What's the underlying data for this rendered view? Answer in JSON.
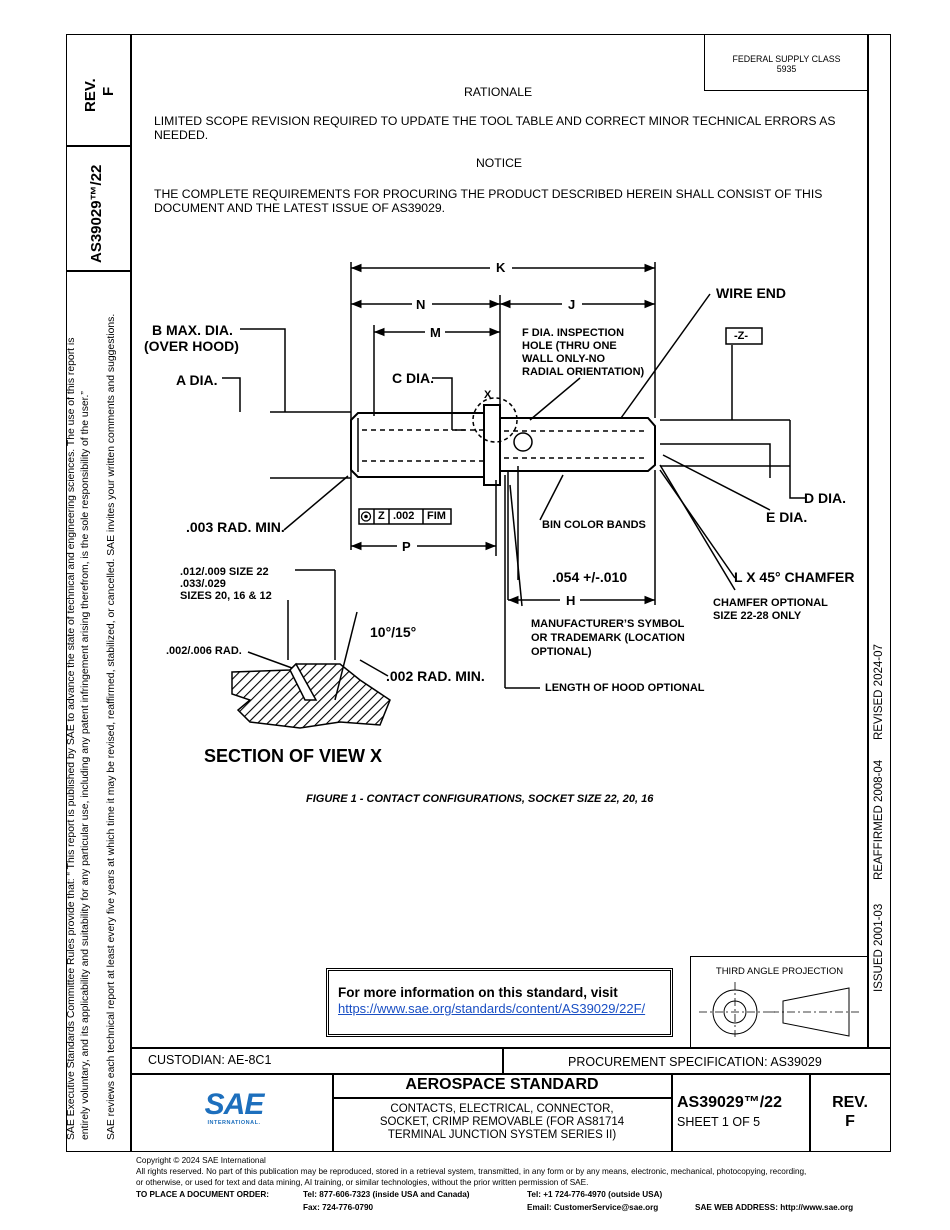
{
  "side_block": {
    "rev": "REV.",
    "rev_letter": "F",
    "doc_number": "AS39029™/22"
  },
  "side_notice": {
    "line1": "SAE Executive Standards Committee Rules provide that: “  This report is published by SAE to advance the state of technical and engineering sciences. The use of this report is",
    "line2": "entirely voluntary, and its applicability and suitability for any particular use, including any patent infringement arising therefrom, is the sole responsibility of the user.”",
    "line3": "SAE reviews each technical report at least every five years at which time it may be revised, reaffirmed, stabilized, or cancelled. SAE invites your written comments and suggestions."
  },
  "right_dates": {
    "issued": "ISSUED 2001-03",
    "reaffirmed": "REAFFIRMED 2008-04",
    "revised": "REVISED 2024-07"
  },
  "supply_class": {
    "line1": "FEDERAL SUPPLY CLASS",
    "line2": "5935"
  },
  "rationale": {
    "heading": "RATIONALE",
    "text": "LIMITED SCOPE REVISION REQUIRED TO UPDATE THE TOOL TABLE AND CORRECT MINOR TECHNICAL ERRORS AS NEEDED."
  },
  "notice": {
    "heading": "NOTICE",
    "text": "THE COMPLETE REQUIREMENTS FOR PROCURING THE PRODUCT DESCRIBED HEREIN SHALL CONSIST OF THIS DOCUMENT AND THE LATEST ISSUE OF AS39029."
  },
  "drawing": {
    "labels": {
      "k": "K",
      "n": "N",
      "j": "J",
      "m": "M",
      "wire_end": "WIRE END",
      "b_dia_1": "B MAX. DIA.",
      "b_dia_2": "(OVER HOOD)",
      "f_dia_1": "F DIA. INSPECTION",
      "f_dia_2": "HOLE (THRU ONE",
      "f_dia_3": "WALL ONLY-NO",
      "f_dia_4": "RADIAL ORIENTATION)",
      "datum_z": "-Z-",
      "a_dia": "A DIA.",
      "c_dia": "C DIA.",
      "x": "X",
      "d_dia": "D DIA.",
      "e_dia": "E DIA.",
      "rad_min": ".003 RAD. MIN.",
      "fcf_z": "Z",
      "fcf_tol": ".002",
      "fcf_fim": "FIM",
      "bin_bands": "BIN COLOR BANDS",
      "p": "P",
      "size22": ".012/.009 SIZE 22",
      "size20_1": ".033/.029",
      "size20_2": "SIZES 20, 16 & 12",
      "dim054": ".054 +/-.010",
      "chamfer": "L X 45° CHAMFER",
      "h": "H",
      "chamfer_opt_1": "CHAMFER OPTIONAL",
      "chamfer_opt_2": "SIZE 22-28 ONLY",
      "angle": "10°/15°",
      "mfr_1": "MANUFACTURER’S SYMBOL",
      "mfr_2": "OR TRADEMARK (LOCATION",
      "mfr_3": "OPTIONAL)",
      "rad_002_006": ".002/.006 RAD.",
      "rad_002_min": ".002 RAD. MIN.",
      "hood_optional": "LENGTH OF HOOD OPTIONAL",
      "section_title": "SECTION OF VIEW X"
    },
    "caption": "FIGURE 1 - CONTACT CONFIGURATIONS, SOCKET SIZE 22, 20, 16"
  },
  "more_info": {
    "text": "For more information on this standard, visit",
    "url": "https://www.sae.org/standards/content/AS39029/22F/"
  },
  "projection": {
    "label": "THIRD ANGLE PROJECTION"
  },
  "title_block": {
    "custodian": "CUSTODIAN: AE-8C1",
    "procurement": "PROCUREMENT SPECIFICATION: AS39029",
    "logo_text": "SAE",
    "logo_sub": "INTERNATIONAL.",
    "standard_type": "AEROSPACE STANDARD",
    "title_1": "CONTACTS, ELECTRICAL, CONNECTOR,",
    "title_2": "SOCKET, CRIMP REMOVABLE (FOR AS81714",
    "title_3": "TERMINAL JUNCTION SYSTEM SERIES II)",
    "doc_number": "AS39029™/22",
    "sheet": "SHEET 1 OF 5",
    "rev": "REV.",
    "rev_letter": "F"
  },
  "footer": {
    "copyright": "Copyright © 2024 SAE International",
    "rights_1": "All rights reserved. No part of this publication may be reproduced, stored in a retrieval system, transmitted, in any form or by any means, electronic, mechanical, photocopying, recording,",
    "rights_2": "or otherwise, or used for text and data mining, AI training, or similar technologies, without the prior written permission of SAE.",
    "order_label": "TO PLACE A DOCUMENT ORDER:",
    "tel_us": "Tel: 877-606-7323 (inside USA and Canada)",
    "tel_intl": "Tel: +1 724-776-4970 (outside USA)",
    "fax": "Fax: 724-776-0790",
    "email": "Email: CustomerService@sae.org",
    "web": "SAE WEB ADDRESS: http://www.sae.org"
  }
}
